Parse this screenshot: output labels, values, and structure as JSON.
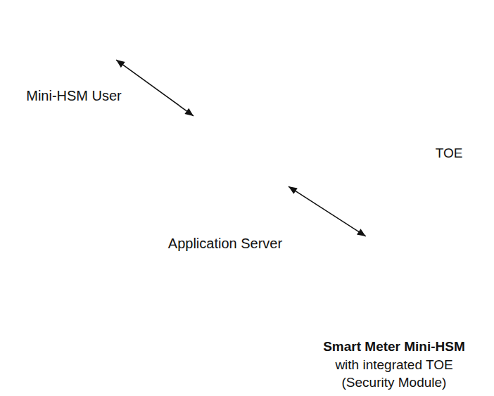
{
  "diagram": {
    "nodes": [
      {
        "text": [
          "Mini-HSM User"
        ]
      },
      {
        "text": [
          "Application Server"
        ]
      },
      {
        "text": [
          "Smart Meter Mini-HSM",
          "with integrated TOE (Security Module)"
        ]
      },
      {
        "text": [
          "TOE"
        ],
        "in": 2
      }
    ],
    "edges": [
      {
        "from": 0,
        "to": 1,
        "arrow": "both"
      },
      {
        "from": 1,
        "to": 3,
        "arrow": "both"
      }
    ]
  }
}
